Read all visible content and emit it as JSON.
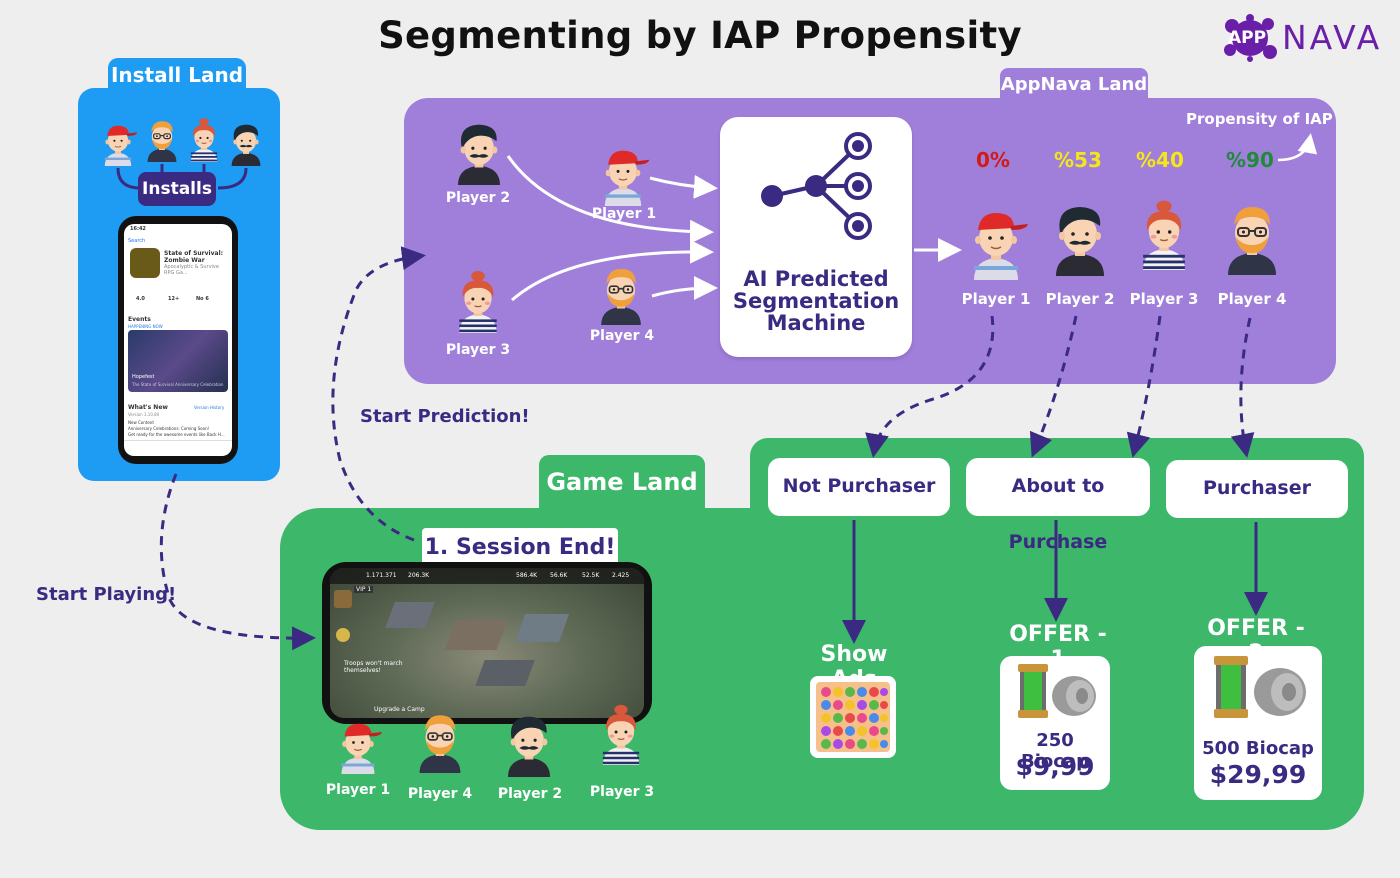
{
  "title": "Segmenting by IAP Propensity",
  "logo": {
    "app": "APP",
    "nava": "NAVA"
  },
  "install_land": {
    "tab_label": "Install Land",
    "installs_label": "Installs",
    "store": {
      "back": "Search",
      "time": "16:42",
      "app_name": "State of Survival: Zombie War",
      "app_sub": "Apocalyptic & Survive RPG Ga...",
      "rating": "4.0",
      "age": "12+",
      "rank": "No 6",
      "events": "Events",
      "happening": "HAPPENING NOW",
      "event_title": "Hopefest",
      "event_sub": "The State of Survival Anniversary Celebration",
      "whats_new": "What's New",
      "version_history": "Version History",
      "version": "Version 1.10.80",
      "notes1": "New Content",
      "notes2": "Anniversary Celebrations: Coming Soon!",
      "notes3": "Get ready for the awesome events like Back H..."
    }
  },
  "appnava_land": {
    "tab_label": "AppNava Land",
    "ai_title_lines": [
      "AI Predicted",
      "Segmentation",
      "Machine"
    ],
    "propensity_label": "Propensity of IAP",
    "inputs": [
      {
        "label": "Player 2",
        "type": "mustache"
      },
      {
        "label": "Player 1",
        "type": "cap"
      },
      {
        "label": "Player 3",
        "type": "bun"
      },
      {
        "label": "Player 4",
        "type": "glasses"
      }
    ],
    "outputs": [
      {
        "label": "Player 1",
        "type": "cap",
        "pct": "0%",
        "color": "#d11a1a"
      },
      {
        "label": "Player 2",
        "type": "mustache",
        "pct": "%53",
        "color": "#f5e61a"
      },
      {
        "label": "Player 3",
        "type": "bun",
        "pct": "%40",
        "color": "#f5e61a"
      },
      {
        "label": "Player 4",
        "type": "glasses",
        "pct": "%90",
        "color": "#1f8a3a"
      }
    ]
  },
  "flow_labels": {
    "start_prediction": "Start Prediction!",
    "start_playing": "Start Playing!"
  },
  "game_land": {
    "tab_label": "Game Land",
    "session_end": "1. Session End!",
    "hud": {
      "power": "1.171.371",
      "res1": "206.3K",
      "res2": "586.4K",
      "res3": "56.6K",
      "res4": "52.5K",
      "res5": "2.425",
      "vip": "VIP 1",
      "msg": "Troops won't march themselves!",
      "upgrade": "Upgrade a Camp"
    },
    "players": [
      {
        "label": "Player 1",
        "type": "cap"
      },
      {
        "label": "Player 4",
        "type": "glasses"
      },
      {
        "label": "Player 2",
        "type": "mustache"
      },
      {
        "label": "Player 3",
        "type": "bun"
      }
    ],
    "segments": [
      {
        "label": "Not Purchaser"
      },
      {
        "label": "About to Purchase"
      },
      {
        "label": "Purchaser"
      }
    ],
    "show_ads": "Show Ads",
    "offers": [
      {
        "title": "OFFER - 1",
        "name": "250 Biocap",
        "price": "$9,99"
      },
      {
        "title": "OFFER - 2",
        "name": "500 Biocap",
        "price": "$29,99"
      }
    ]
  },
  "colors": {
    "install": "#1e9bf2",
    "appnava": "#a07fdb",
    "game": "#3db86a",
    "navy": "#3a2a82"
  }
}
